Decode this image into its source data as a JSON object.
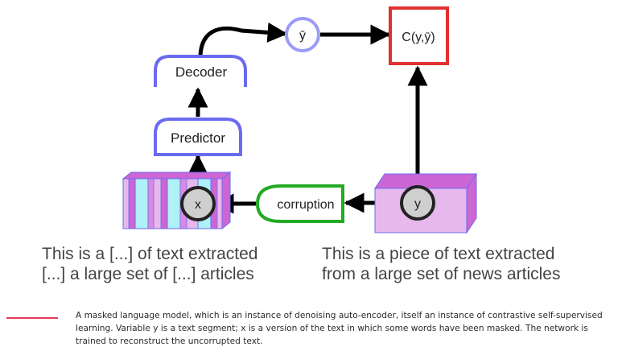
{
  "diagram": {
    "decoder_label": "Decoder",
    "predictor_label": "Predictor",
    "corruption_label": "corruption",
    "x_label": "x",
    "y_label": "y",
    "y_bar_label": "ȳ",
    "cost_label": "C(y,ȳ)",
    "colors": {
      "module_stroke": "#6b6bf0",
      "cost_stroke": "#e03030",
      "corruption_stroke": "#22aa22",
      "text_block_fill": "#e7b8ec",
      "text_block_top": "#cc66d4",
      "masked_fill": "#aef1f7",
      "variable_fill": "#cfcfcf"
    }
  },
  "sentences": {
    "masked": [
      "This is a [...] of text extracted",
      "[...] a large set of [...] articles"
    ],
    "original": [
      "This is a piece of text extracted",
      "from a large set of news articles"
    ]
  },
  "caption": "A masked language model, which is an instance of denoising auto-encoder, itself an instance of contrastive self-supervised learning. Variable y is a text segment; x is a version of the text in which some words have been masked. The network is trained to reconstruct the uncorrupted text."
}
